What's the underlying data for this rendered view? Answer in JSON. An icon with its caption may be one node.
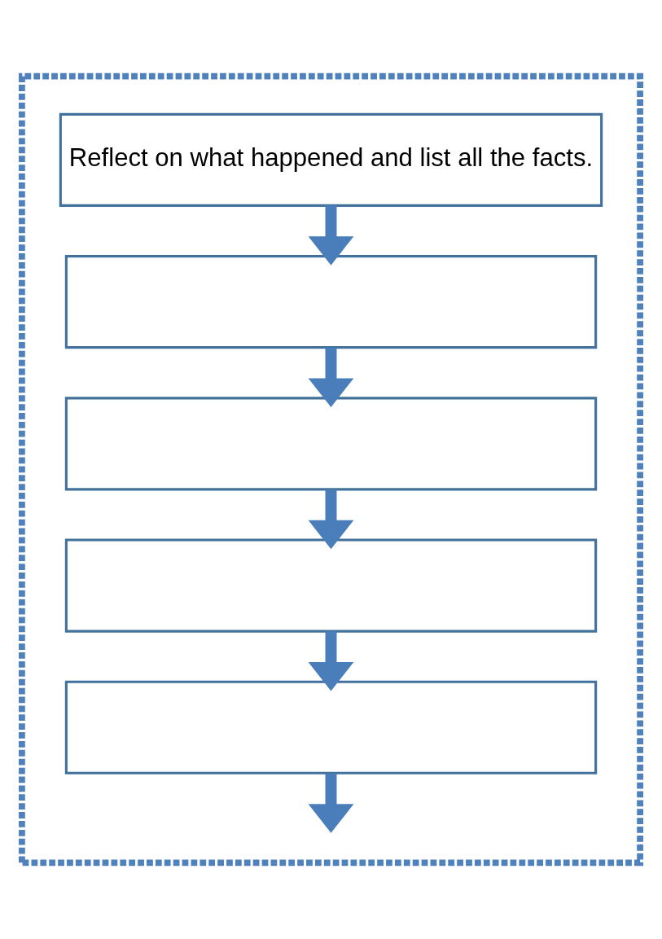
{
  "diagram": {
    "nodes": [
      {
        "text": [],
        "shape": "box"
      },
      {
        "text": [
          "Reflect on what happened and list all the facts."
        ],
        "in": 0
      },
      {
        "text": [],
        "shape": "box",
        "in": 0
      },
      {
        "text": [],
        "shape": "box",
        "in": 0
      },
      {
        "text": [],
        "shape": "box",
        "in": 0
      },
      {
        "text": [],
        "shape": "box",
        "in": 0
      }
    ],
    "edges": [
      {
        "from": 1,
        "to": 2,
        "arrow": "to"
      },
      {
        "from": 2,
        "to": 3,
        "arrow": "to"
      },
      {
        "from": 3,
        "to": 4,
        "arrow": "to"
      },
      {
        "from": 4,
        "to": 5,
        "arrow": "to"
      },
      {
        "from": 5,
        "to": null,
        "arrow": "to"
      }
    ]
  }
}
